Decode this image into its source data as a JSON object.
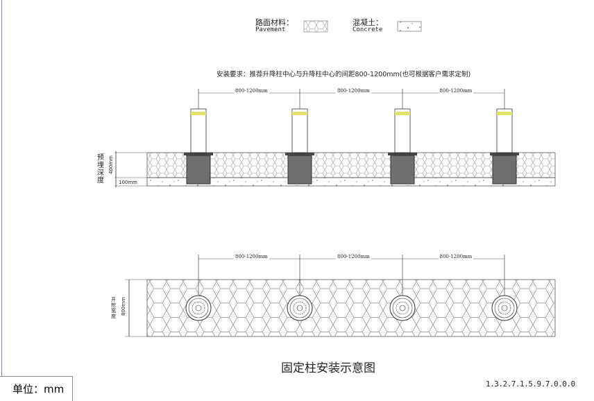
{
  "legend": {
    "pavement_cn": "路面材料：",
    "pavement_en": "Pavement",
    "concrete_cn": "混凝土：",
    "concrete_en": "Concrete"
  },
  "requirement": "安装要求：推荐升降柱中心与升降柱中心的间距800-1200mm(也可根据客户需求定制)",
  "spacing_label": "800-1200mm",
  "elevation": {
    "depth_label": "预埋深度",
    "depth_value": "400mm",
    "concrete_value": "100mm"
  },
  "plan": {
    "width_label": "开挖宽度",
    "width_value": "800mm"
  },
  "title": "固定柱安装示意图",
  "unit": "单位：mm",
  "code": "1.3.2.7.1.5.9.7.0.0.0",
  "bollard_count": 4,
  "colors": {
    "band": "#e2e36a",
    "block": "#6f6f6f",
    "line": "#333333"
  }
}
